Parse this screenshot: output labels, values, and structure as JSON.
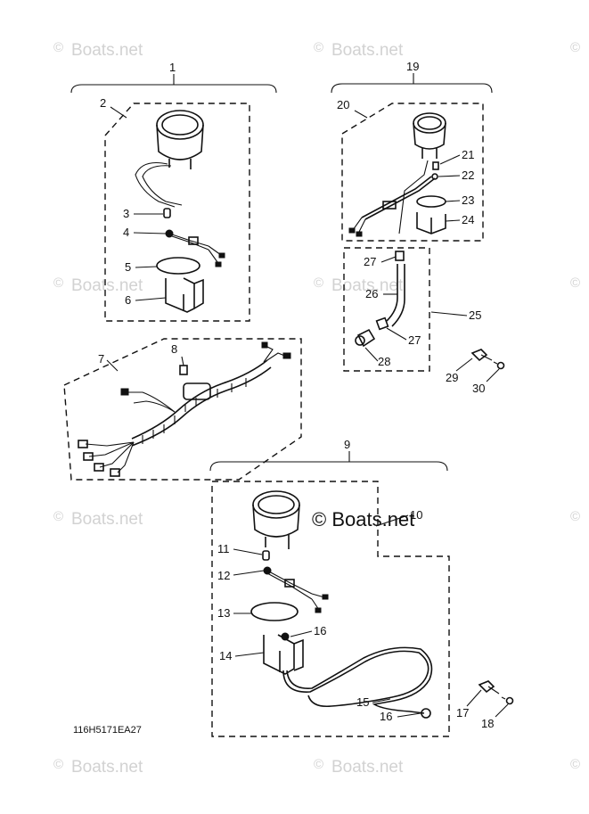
{
  "watermark": {
    "text": "Boats.net",
    "symbol": "©",
    "main_text": "© Boats.net"
  },
  "diagram_code": "116H5171EA27",
  "callouts": {
    "c1": "1",
    "c2": "2",
    "c3": "3",
    "c4": "4",
    "c5": "5",
    "c6": "6",
    "c7": "7",
    "c8": "8",
    "c9": "9",
    "c10": "10",
    "c11": "11",
    "c12": "12",
    "c13": "13",
    "c14": "14",
    "c15": "15",
    "c16a": "16",
    "c16b": "16",
    "c17": "17",
    "c18": "18",
    "c19": "19",
    "c20": "20",
    "c21": "21",
    "c22": "22",
    "c23": "23",
    "c24": "24",
    "c25": "25",
    "c26": "26",
    "c27a": "27",
    "c27b": "27",
    "c28": "28",
    "c29": "29",
    "c30": "30"
  }
}
